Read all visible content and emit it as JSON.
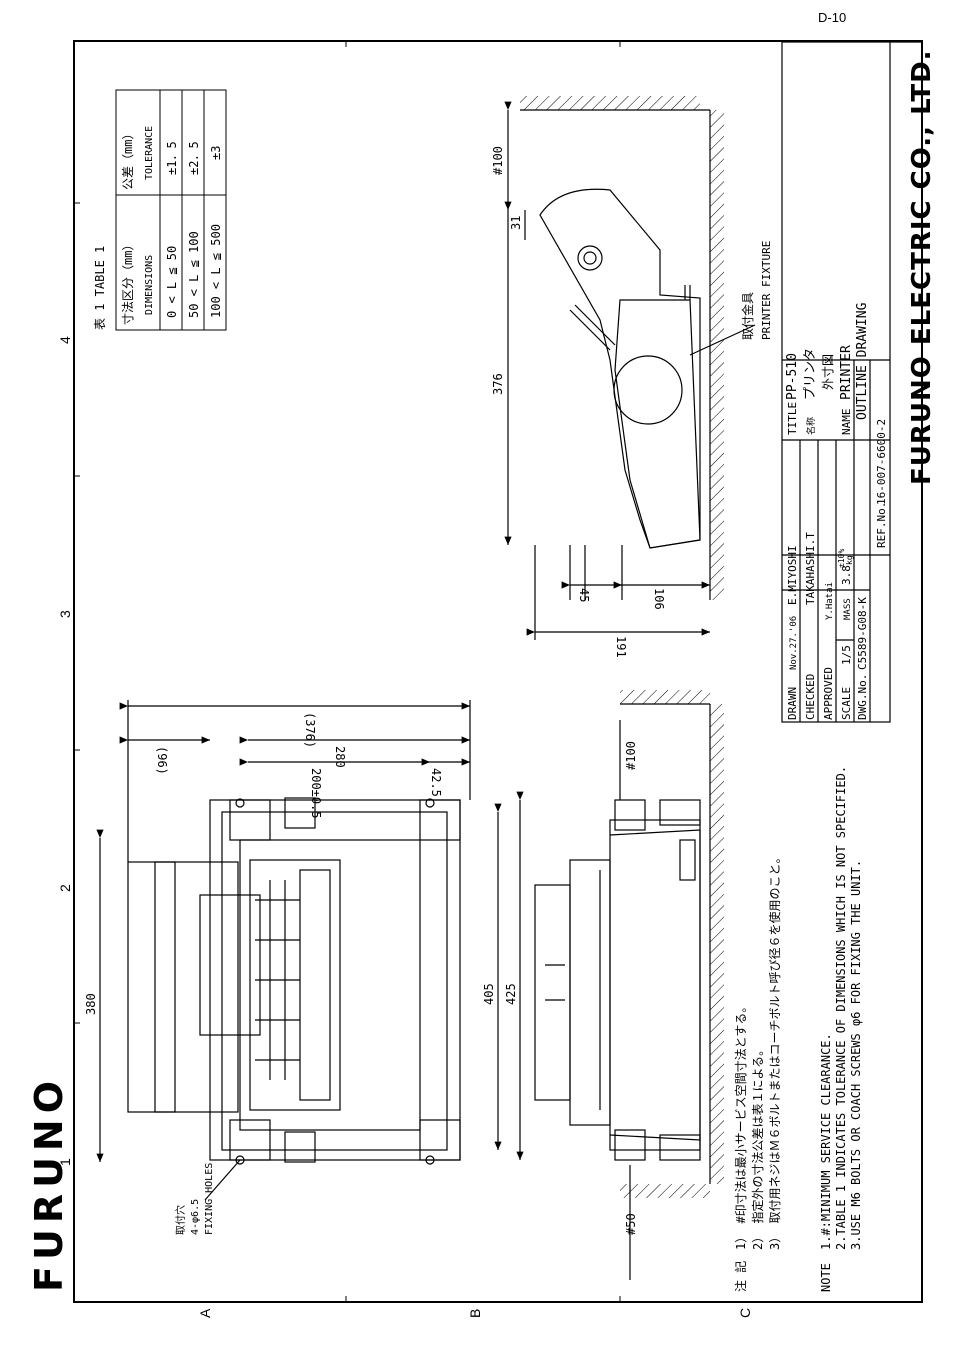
{
  "page_number": "D-10",
  "company": "FURUNO ELECTRIC CO., LTD.",
  "logo_text": "FURUNO",
  "grid": {
    "columns": [
      "1",
      "2",
      "3",
      "4"
    ],
    "rows": [
      "A",
      "B",
      "C"
    ]
  },
  "table1": {
    "title": "表 1  TABLE 1",
    "headers": [
      {
        "jp": "寸法区分（mm）",
        "en": "DIMENSIONS"
      },
      {
        "jp": "公差（mm）",
        "en": "TOLERANCE"
      }
    ],
    "rows": [
      [
        "0 < L ≦ 50",
        "±1．5"
      ],
      [
        "50 < L ≦ 100",
        "±2．5"
      ],
      [
        "100 < L ≦ 500",
        "±3"
      ]
    ]
  },
  "notes": {
    "jp_label": "注 記",
    "jp": [
      "1） #印寸法は最小サービス空間寸法とする。",
      "2） 指定外の寸法公差は表１による。",
      "3） 取付用ネジはＭ６ボルトまたはコーチボルト呼び径６を使用のこと。"
    ],
    "en_label": "NOTE",
    "en": [
      "1.#:MINIMUM SERVICE CLEARANCE.",
      "2.TABLE 1 INDICATES TOLERANCE OF DIMENSIONS WHICH IS NOT SPECIFIED.",
      "3.USE M6 BOLTS OR COACH SCREWS φ6 FOR FIXING THE UNIT."
    ]
  },
  "title_block": {
    "drawn_label": "DRAWN",
    "drawn_date": "Nov.27.'06",
    "drawn_name": "E.MIYOSHI",
    "checked_label": "CHECKED",
    "checked_name": "TAKAHASHI.T",
    "approved_label": "APPROVED",
    "approved_name": "Y.Hatai",
    "scale_label": "SCALE",
    "scale_value": "1/5",
    "mass_label": "MASS",
    "mass_value": "3.8",
    "mass_tol": "±10%",
    "mass_unit": "kg",
    "dwg_label": "DWG.No.",
    "dwg_value": "C5589-G08-K",
    "ref_label": "REF.No.",
    "ref_value": "16-007-6600-2",
    "title_label": "TITLE",
    "title_value": "PP-510",
    "title_jp_label": "名称",
    "title_jp_value": "プリンタ",
    "name_jp_value": "外寸図",
    "name_label": "NAME",
    "name_value": "PRINTER",
    "drawing_type": "OUTLINE DRAWING"
  },
  "labels": {
    "fixture_jp": "取付金具",
    "fixture_en": "PRINTER FIXTURE",
    "holes_jp": "取付穴",
    "holes_spec": "4-φ6.5",
    "holes_en": "FIXING HOLES"
  },
  "dimensions": {
    "d_376": "376",
    "d_100a": "#100",
    "d_31": "31",
    "d_45": "45",
    "d_106": "106",
    "d_191": "191",
    "d_376p": "(376)",
    "d_96p": "(96)",
    "d_280": "280",
    "d_200": "200±0.5",
    "d_42_5": "42.5",
    "d_100b": "#100",
    "d_380": "380",
    "d_405": "405",
    "d_425": "425",
    "d_50": "#50"
  }
}
